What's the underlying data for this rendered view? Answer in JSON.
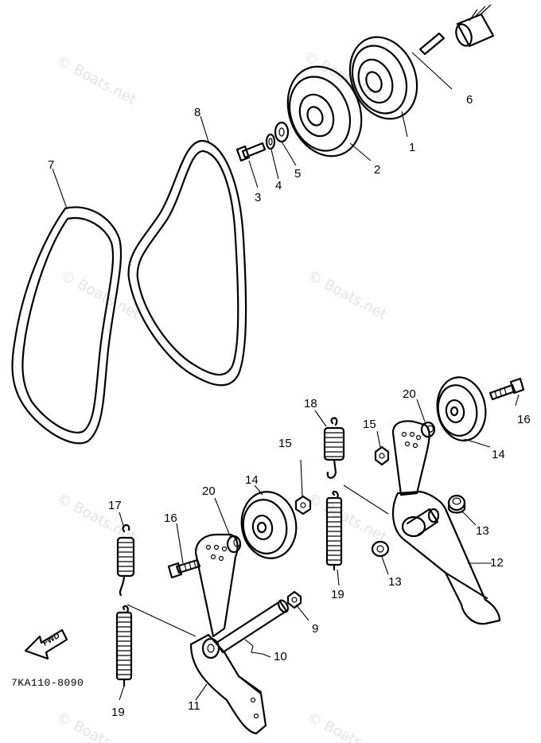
{
  "diagram_code": "7KA110-8090",
  "fwd_label": "FWD",
  "watermark": "© Boats.net",
  "callouts": {
    "pulley_1": "1",
    "pulley_2": "2",
    "bolt_3": "3",
    "washer_4": "4",
    "washer_5": "5",
    "key_6": "6",
    "belt_7": "7",
    "belt_8": "8",
    "nut_9": "9",
    "shaft_10": "10",
    "arm_11": "11",
    "arm_12": "12",
    "collar_13a": "13",
    "collar_13b": "13",
    "pulley_14a": "14",
    "pulley_14b": "14",
    "nut_15a": "15",
    "nut_15b": "15",
    "bolt_16a": "16",
    "bolt_16b": "16",
    "spring_17": "17",
    "spring_18": "18",
    "spring_19a": "19",
    "spring_19b": "19",
    "collar_20a": "20",
    "collar_20b": "20"
  }
}
